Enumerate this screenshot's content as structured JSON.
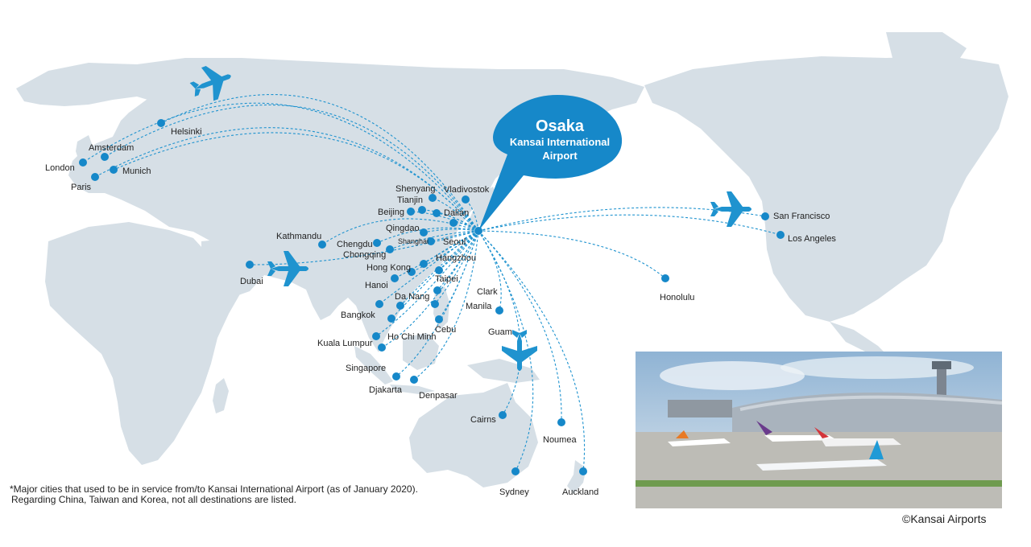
{
  "hub": {
    "title": "Osaka",
    "subtitle_line1": "Kansai International",
    "subtitle_line2": "Airport"
  },
  "colors": {
    "route": "#1f93cf",
    "dot": "#1688c9",
    "land": "#d6dfe6",
    "callout": "#1688c9",
    "plane": "#1f93cf"
  },
  "icons": [
    "airplane-icon",
    "callout-bubble"
  ],
  "destinations": [
    {
      "id": "helsinki",
      "name": "Helsinki"
    },
    {
      "id": "amsterdam",
      "name": "Amsterdam"
    },
    {
      "id": "london",
      "name": "London"
    },
    {
      "id": "munich",
      "name": "Munich"
    },
    {
      "id": "paris",
      "name": "Paris"
    },
    {
      "id": "dubai",
      "name": "Dubai"
    },
    {
      "id": "kathmandu",
      "name": "Kathmandu"
    },
    {
      "id": "chengdu",
      "name": "Chengdu"
    },
    {
      "id": "chongqing",
      "name": "Chongqing"
    },
    {
      "id": "shenyang",
      "name": "Shenyang"
    },
    {
      "id": "vladivostok",
      "name": "Vladivostok"
    },
    {
      "id": "tianjin",
      "name": "Tianjin"
    },
    {
      "id": "beijing",
      "name": "Beijing"
    },
    {
      "id": "dalian",
      "name": "Dalian"
    },
    {
      "id": "qingdao",
      "name": "Qingdao"
    },
    {
      "id": "shanghai",
      "name": "Shanghai"
    },
    {
      "id": "seoul",
      "name": "Seoul"
    },
    {
      "id": "hangzhou",
      "name": "Hangzhou"
    },
    {
      "id": "hongkong",
      "name": "Hong Kong"
    },
    {
      "id": "taipei",
      "name": "Taipei"
    },
    {
      "id": "hanoi",
      "name": "Hanoi"
    },
    {
      "id": "danang",
      "name": "Da Nang"
    },
    {
      "id": "clark",
      "name": "Clark"
    },
    {
      "id": "manila",
      "name": "Manila"
    },
    {
      "id": "bangkok",
      "name": "Bangkok"
    },
    {
      "id": "cebu",
      "name": "Cebu"
    },
    {
      "id": "guam",
      "name": "Guam"
    },
    {
      "id": "hochiminh",
      "name": "Ho Chi Minh"
    },
    {
      "id": "kualalumpur",
      "name": "Kuala Lumpur"
    },
    {
      "id": "singapore",
      "name": "Singapore"
    },
    {
      "id": "djakarta",
      "name": "Djakarta"
    },
    {
      "id": "denpasar",
      "name": "Denpasar"
    },
    {
      "id": "cairns",
      "name": "Cairns"
    },
    {
      "id": "noumea",
      "name": "Noumea"
    },
    {
      "id": "sydney",
      "name": "Sydney"
    },
    {
      "id": "auckland",
      "name": "Auckland"
    },
    {
      "id": "honolulu",
      "name": "Honolulu"
    },
    {
      "id": "sanfrancisco",
      "name": "San Francisco"
    },
    {
      "id": "losangeles",
      "name": "Los Angeles"
    }
  ],
  "note": {
    "line1": "*Major cities that used to be in service from/to Kansai International Airport (as of January 2020).",
    "line2": "Regarding China, Taiwan and Korea, not all destinations are listed."
  },
  "credit": "©Kansai Airports"
}
